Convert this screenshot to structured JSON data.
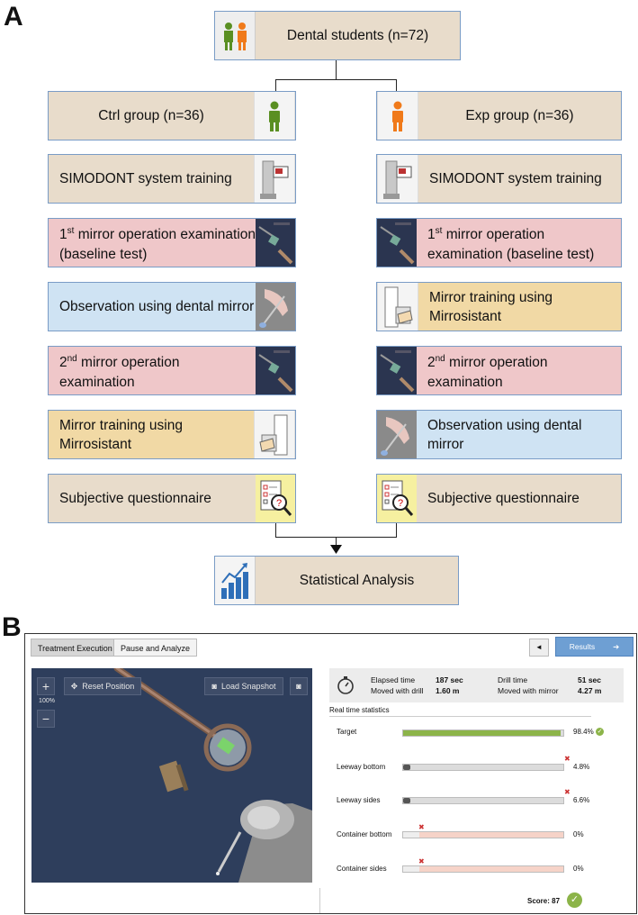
{
  "panel_a": {
    "label": "A",
    "top_box": "Dental students (n=72)",
    "ctrl_header": "Ctrl group (n=36)",
    "exp_header": "Exp group (n=36)",
    "ctrl_steps": [
      {
        "pre": "SIMODONT system training",
        "sup": "",
        "post": ""
      },
      {
        "pre": "1",
        "sup": "st",
        "post": " mirror operation examination (baseline test)"
      },
      {
        "pre": "Observation using dental mirror",
        "sup": "",
        "post": ""
      },
      {
        "pre": "2",
        "sup": "nd",
        "post": " mirror operation examination"
      },
      {
        "pre": "Mirror training using Mirrosistant",
        "sup": "",
        "post": ""
      },
      {
        "pre": "Subjective questionnaire",
        "sup": "",
        "post": ""
      }
    ],
    "exp_steps": [
      {
        "pre": "SIMODONT system training",
        "sup": "",
        "post": ""
      },
      {
        "pre": "1",
        "sup": "st",
        "post": " mirror operation examination (baseline test)"
      },
      {
        "pre": "Mirror training using Mirrosistant",
        "sup": "",
        "post": ""
      },
      {
        "pre": "2",
        "sup": "nd",
        "post": " mirror operation examination"
      },
      {
        "pre": "Observation using dental mirror",
        "sup": "",
        "post": ""
      },
      {
        "pre": "Subjective questionnaire",
        "sup": "",
        "post": ""
      }
    ],
    "bottom_box": "Statistical Analysis",
    "colors": {
      "ctrl": "#5a8f22",
      "exp": "#f07a1a",
      "border": "#7a9cc6"
    }
  },
  "panel_b": {
    "label": "B",
    "tabs": [
      "Treatment Execution",
      "Pause and Analyze"
    ],
    "back_arrow": "◄",
    "results_button": "Results",
    "zoom_level": "100%",
    "zoom_in": "+",
    "zoom_out": "−",
    "reset_position": "Reset Position",
    "load_snapshot": "Load Snapshot",
    "elapsed_time_label": "Elapsed time",
    "elapsed_time_value": "187 sec",
    "moved_drill_label": "Moved with drill",
    "moved_drill_value": "1.60 m",
    "drill_time_label": "Drill time",
    "drill_time_value": "51 sec",
    "moved_mirror_label": "Moved with mirror",
    "moved_mirror_value": "4.27 m",
    "realtime_title": "Real time statistics",
    "stats": [
      {
        "label": "Target",
        "value": "98.4%",
        "fill": 0.984,
        "kind": "target"
      },
      {
        "label": "Leeway bottom",
        "value": "4.8%",
        "fill": 0.048,
        "kind": "gray"
      },
      {
        "label": "Leeway sides",
        "value": "6.6%",
        "fill": 0.066,
        "kind": "gray"
      },
      {
        "label": "Container bottom",
        "value": "0%",
        "fill": 0,
        "kind": "container"
      },
      {
        "label": "Container sides",
        "value": "0%",
        "fill": 0,
        "kind": "container"
      }
    ],
    "score": "Score: 87",
    "colors": {
      "results": "#6e9fd3",
      "target_fill": "#8cb449",
      "container": "#f6d3c8",
      "viewport": "#2e3e5c"
    }
  }
}
